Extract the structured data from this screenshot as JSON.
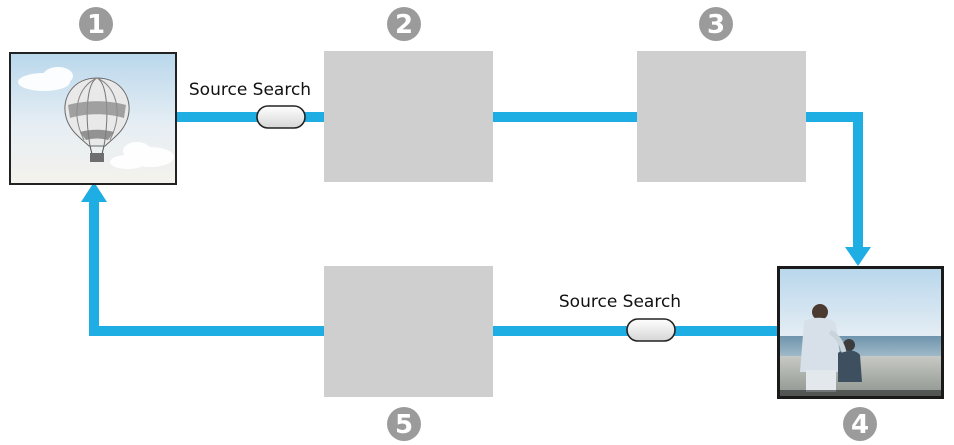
{
  "steps": [
    {
      "number": "1",
      "content": "balloon-image"
    },
    {
      "number": "2",
      "content": "empty"
    },
    {
      "number": "3",
      "content": "empty"
    },
    {
      "number": "4",
      "content": "beach-photo"
    },
    {
      "number": "5",
      "content": "empty"
    }
  ],
  "button_label_top": "Source Search",
  "button_label_bottom": "Source Search",
  "colors": {
    "flow_line": "#1eaee4",
    "placeholder": "#cfcfcf",
    "number_badge": "#9b9b9b",
    "button_fill": "#e8e8e8"
  },
  "icons": {
    "step1": "hot-air-balloon-icon",
    "step4": "parent-child-beach-photo"
  }
}
